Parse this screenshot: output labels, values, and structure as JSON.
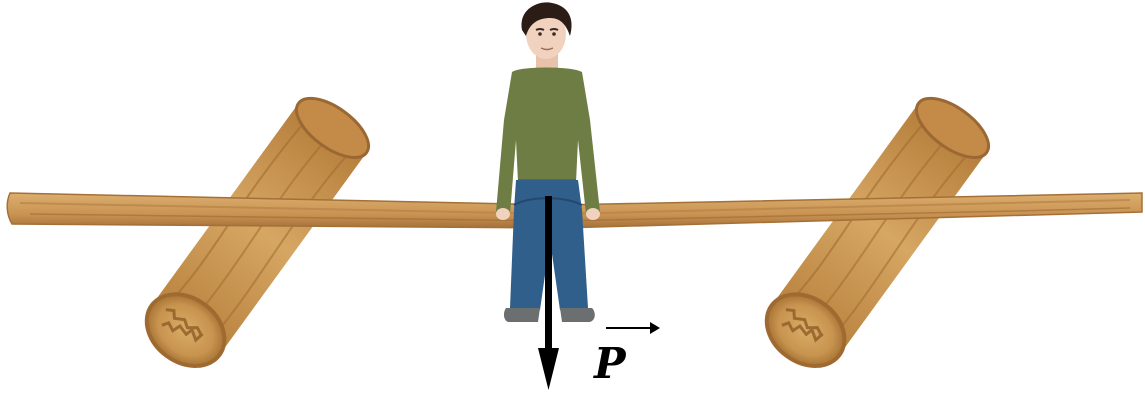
{
  "figure": {
    "force_label": "P",
    "force_symbol_overline": "arrow",
    "force_direction": "down"
  },
  "colors": {
    "wood_light": "#d8a867",
    "wood_mid": "#c08a4a",
    "wood_dark": "#8a5a2a",
    "log_end": "#c99a55",
    "shirt": "#6d7d43",
    "pants": "#2f5f8a",
    "skin": "#f1d2be",
    "hair": "#2b1d16",
    "arrow": "#000000"
  },
  "icons": {
    "left_log": "log-icon",
    "right_log": "log-icon",
    "plank": "plank-icon",
    "person": "person-icon",
    "force_arrow": "down-arrow-icon"
  }
}
